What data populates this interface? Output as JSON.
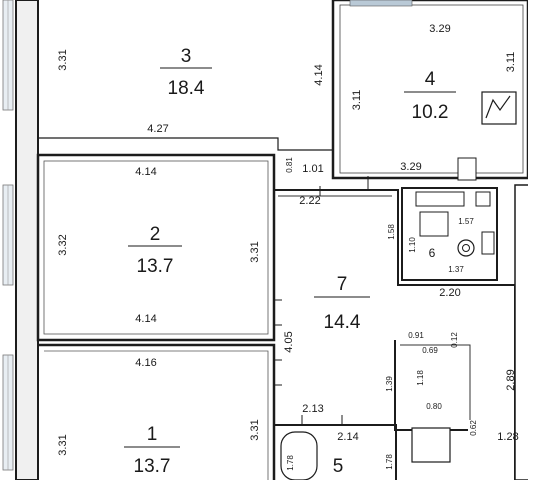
{
  "rooms": [
    {
      "id": "1",
      "number": "1",
      "area": "13.7"
    },
    {
      "id": "2",
      "number": "2",
      "area": "13.7"
    },
    {
      "id": "3",
      "number": "3",
      "area": "18.4"
    },
    {
      "id": "4",
      "number": "4",
      "area": "10.2"
    },
    {
      "id": "5",
      "number": "5",
      "area": ""
    },
    {
      "id": "6",
      "number": "6",
      "area": ""
    },
    {
      "id": "7",
      "number": "7",
      "area": "14.4"
    }
  ],
  "dimensions": {
    "r3_left": "3.31",
    "r3_right": "4.14",
    "r3_bottom": "4.27",
    "r4_top": "3.29",
    "r4_left": "3.11",
    "r4_right": "3.11",
    "r4_bottom": "3.29",
    "r2_top": "4.14",
    "r2_left": "3.32",
    "r2_right": "3.31",
    "r2_bottom": "4.14",
    "door_081": "0.81",
    "door_101": "1.01",
    "hall_222": "2.22",
    "r6_158": "1.58",
    "r6_110": "1.10",
    "r6_157": "1.57",
    "r6_137": "1.37",
    "r6_220": "2.20",
    "r7_405": "4.05",
    "r1_top": "4.16",
    "r1_left": "3.31",
    "r1_right": "3.31",
    "r_213": "2.13",
    "r_214": "2.14",
    "r5_178a": "1.78",
    "r5_178b": "1.78",
    "c_091": "0.91",
    "c_069": "0.69",
    "c_012": "0.12",
    "c_118": "1.18",
    "c_139": "1.39",
    "c_080": "0.80",
    "c_062": "0.62",
    "c_128": "1.28",
    "c_289": "2.89"
  },
  "colors": {
    "wall": "#1c1c1c",
    "window": "#b9c9d6",
    "background": "#ffffff"
  }
}
